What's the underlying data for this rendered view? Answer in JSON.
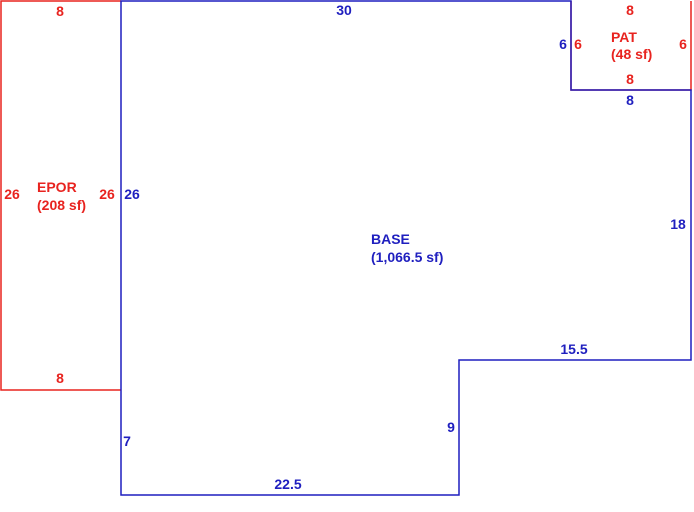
{
  "colors": {
    "base": "#1f1fbf",
    "addon": "#e8231f"
  },
  "areas": {
    "epor": {
      "name": "EPOR",
      "area": "(208 sf)",
      "dims": {
        "top": "8",
        "left": "26",
        "right": "26",
        "bottom": "8"
      }
    },
    "base": {
      "name": "BASE",
      "area": "(1,066.5 sf)",
      "dims": {
        "top": "30",
        "left_upper": "26",
        "left_lower": "7",
        "bottom": "22.5",
        "step_vertical": "9",
        "step_horizontal": "15.5",
        "right": "18",
        "notch_top": "8",
        "notch_left": "6"
      }
    },
    "pat": {
      "name": "PAT",
      "area": "(48 sf)",
      "dims": {
        "top": "8",
        "left": "6",
        "right": "6",
        "bottom": "8"
      }
    }
  }
}
